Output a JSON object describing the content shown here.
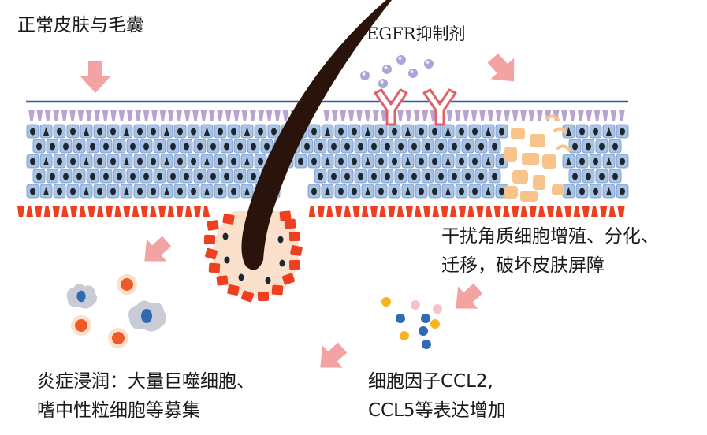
{
  "labels": {
    "normal_skin": "正常皮肤与毛囊",
    "egfr_inhibitor": "EGFR抑制剂",
    "interfere": [
      "干扰角质细胞增殖、分化、",
      "迁移，破坏皮肤屏障"
    ],
    "cytokine": [
      "细胞因子CCL2,",
      "CCL5等表达增加"
    ],
    "inflammation": [
      "炎症浸润：大量巨噬细胞、",
      "嗜中性粒细胞等募集"
    ]
  },
  "colors": {
    "arrow": "#f4a3a3",
    "surface_line": "#2e5f97",
    "stratum_corneum": "#b9a3cf",
    "keratinocyte": "#a9c3e4",
    "keratinocyte_border": "#6f93c6",
    "nucleus": "#1e2630",
    "basal_layer": "#ee4020",
    "hair": "#2a130a",
    "inhibitor_dot": "#a7a6d6",
    "receptor_y": "#e0616a",
    "damaged_cell": "#f8c48c",
    "cytokine_blue": "#2f6ab2",
    "cytokine_orange": "#f6b324",
    "cytokine_pink": "#f4c3c8",
    "neutrophil": "#f05a2a",
    "macrophage": "#c9ccd6"
  },
  "icons": [
    "down-arrow-icon",
    "receptor-y-icon",
    "hair-icon",
    "cytokine-dot-icon",
    "neutrophil-icon",
    "macrophage-icon"
  ]
}
